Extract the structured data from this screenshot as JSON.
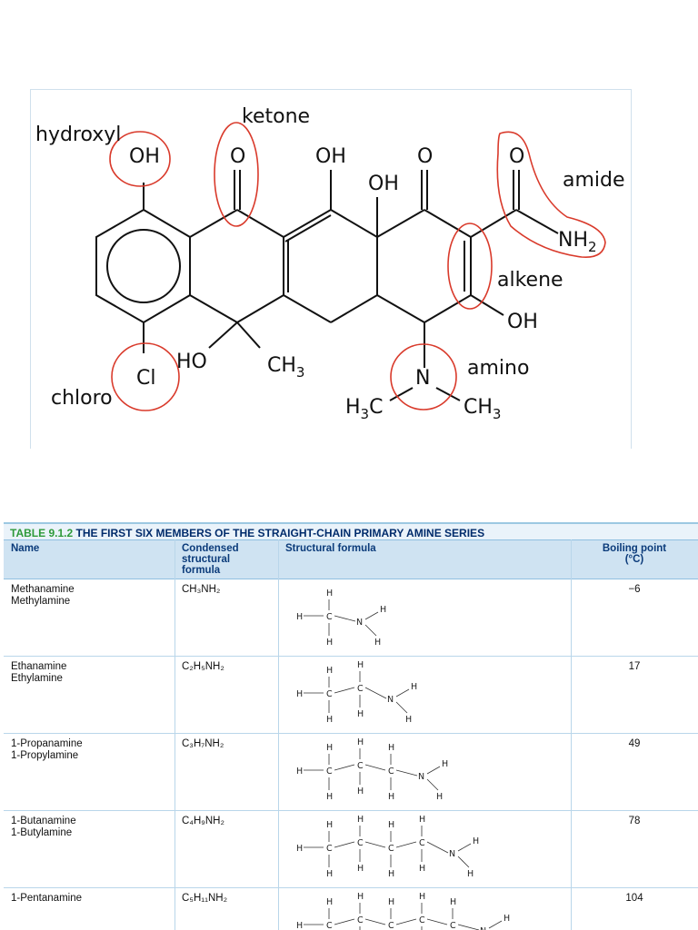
{
  "figure": {
    "functional_groups": {
      "hydroxyl": "hydroxyl",
      "ketone": "ketone",
      "amide": "amide",
      "alkene": "alkene",
      "amino": "amino",
      "chloro": "chloro"
    },
    "atoms": {
      "oh1": "OH",
      "o_ketone": "O",
      "oh2": "OH",
      "oh3": "OH",
      "o3": "O",
      "o_amide": "O",
      "nh2_base": "NH",
      "nh2_sub": "2",
      "oh_alkene": "OH",
      "cl": "Cl",
      "ho": "HO",
      "ch3_base": "CH",
      "ch3_sub": "3",
      "n": "N",
      "h3c_h": "H",
      "h3c_sub": "3",
      "h3c_c": "C",
      "nch3_base": "CH",
      "nch3_sub": "3"
    },
    "highlight_color": "#d93a2b"
  },
  "table": {
    "caption_number": "TABLE 9.1.2",
    "caption_title": "THE FIRST SIX MEMBERS OF THE STRAIGHT-CHAIN PRIMARY AMINE SERIES",
    "headers": {
      "name": "Name",
      "condensed_1": "Condensed",
      "condensed_2": "structural",
      "condensed_3": "formula",
      "structural": "Structural formula",
      "bp_1": "Boiling point",
      "bp_2": "(°C)"
    },
    "rows": [
      {
        "name1": "Methanamine",
        "name2": "Methylamine",
        "formula": "CH₃NH₂",
        "bp": "−6"
      },
      {
        "name1": "Ethanamine",
        "name2": "Ethylamine",
        "formula": "C₂H₅NH₂",
        "bp": "17"
      },
      {
        "name1": "1-Propanamine",
        "name2": "1-Propylamine",
        "formula": "C₃H₇NH₂",
        "bp": "49"
      },
      {
        "name1": "1-Butanamine",
        "name2": "1-Butylamine",
        "formula": "C₄H₉NH₂",
        "bp": "78"
      },
      {
        "name1": "1-Pentanamine",
        "name2": "",
        "formula": "C₅H₁₁NH₂",
        "bp": "104"
      }
    ],
    "atom_labels": {
      "h": "H",
      "c": "C",
      "n": "N"
    },
    "header_color": "#cfe3f2",
    "accent_color": "#2e9a3a"
  }
}
